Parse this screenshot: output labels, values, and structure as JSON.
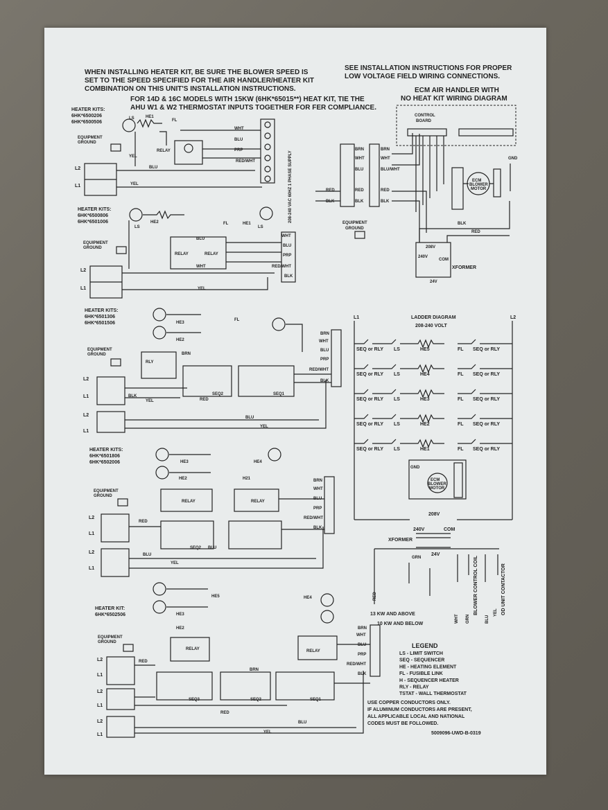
{
  "notes": {
    "blower_speed": [
      "WHEN INSTALLING HEATER KIT, BE SURE THE BLOWER SPEED IS",
      "SET TO THE SPEED SPECIFIED FOR THE AIR HANDLER/HEATER KIT",
      "COMBINATION ON THIS UNIT'S INSTALLATION INSTRUCTIONS."
    ],
    "low_voltage": [
      "SEE INSTALLATION INSTRUCTIONS FOR PROPER",
      "LOW VOLTAGE FIELD WIRING CONNECTIONS."
    ],
    "models_15kw": [
      "FOR 14D & 16C MODELS WITH 15KW (6HK*65015**) HEAT KIT, TIE  THE",
      "AHU W1 & W2 THERMOSTAT INPUTS TOGETHER FOR FER COMPLIANCE."
    ],
    "ecm_title": [
      "ECM AIR HANDLER WITH",
      "NO HEAT KIT WIRING DIAGRAM"
    ],
    "control_board": [
      "CONTROL",
      "BOARD"
    ],
    "copper": [
      "USE COPPER CONDUCTORS ONLY.",
      "IF ALUMINUM CONDUCTORS ARE PRESENT,",
      "ALL APPLICABLE LOCAL AND NATIONAL",
      "CODES MUST BE FOLLOWED."
    ],
    "part_number": "5009096-UWD-B-0319",
    "supply": "208-240 VAC 60HZ 1 PHASE SUPPLY"
  },
  "heater_kits": [
    {
      "title": "HEATER KITS:",
      "models": [
        "6HK*6500206",
        "6HK*6500506"
      ]
    },
    {
      "title": "HEATER KITS:",
      "models": [
        "6HK*6500806",
        "6HK*6501006"
      ]
    },
    {
      "title": "HEATER KITS:",
      "models": [
        "6HK*6501306",
        "6HK*6501506"
      ]
    },
    {
      "title": "HEATER KITS:",
      "models": [
        "6HK*6501806",
        "6HK*6502006"
      ]
    },
    {
      "title": "HEATER KIT:",
      "models": [
        "6HK*6502506"
      ]
    }
  ],
  "labels": {
    "equipment_ground": [
      "EQUIPMENT",
      "GROUND"
    ],
    "l1": "L1",
    "l2": "L2",
    "ls": "LS",
    "fl": "FL",
    "relay": "RELAY",
    "rly": "RLY",
    "he1": "HE1",
    "he2": "HE2",
    "he3": "HE3",
    "he4": "HE4",
    "he5": "HE5",
    "h21": "H21",
    "seq1": "SEQ1",
    "seq2": "SEQ2",
    "seq3": "SEQ3",
    "wht": "WHT",
    "blu": "BLU",
    "prp": "PRP",
    "brn": "BRN",
    "red": "RED",
    "blk": "BLK",
    "yel": "YEL",
    "red_wht": "RED/WHT",
    "blu_wht": "BLU/WHT",
    "grn": "GRN",
    "ecm_motor": [
      "ECM",
      "BLOWER",
      "MOTOR"
    ],
    "xformer": "XFORMER",
    "v208": "208V",
    "v240": "240V",
    "com": "COM",
    "v24": "24V",
    "gnd": "GND"
  },
  "ladder": {
    "title": "LADDER DIAGRAM",
    "voltage": "208-240 VOLT",
    "left_rail": "L1",
    "right_rail": "L2",
    "rungs": [
      {
        "left": "SEQ or RLY",
        "ls": "LS",
        "he": "HE5",
        "fl": "FL",
        "right": "SEQ or RLY"
      },
      {
        "left": "SEQ or RLY",
        "ls": "LS",
        "he": "HE4",
        "fl": "FL",
        "right": "SEQ or RLY"
      },
      {
        "left": "SEQ or RLY",
        "ls": "LS",
        "he": "HE3",
        "fl": "FL",
        "right": "SEQ or RLY"
      },
      {
        "left": "SEQ or RLY",
        "ls": "LS",
        "he": "HE2",
        "fl": "FL",
        "right": "SEQ or RLY"
      },
      {
        "left": "SEQ or RLY",
        "ls": "LS",
        "he": "HE1",
        "fl": "FL",
        "right": "SEQ or RLY"
      }
    ],
    "kw_13": "13 KW AND ABOVE",
    "kw_10": "10 KW AND BELOW",
    "vertical_labels": [
      "BLOWER CONTROL COIL",
      "OD UNIT CONTACTOR"
    ]
  },
  "legend": {
    "title": "LEGEND",
    "items": [
      "LS - LIMIT SWITCH",
      "SEQ - SEQUENCER",
      "HE - HEATING ELEMENT",
      "FL - FUSIBLE LINK",
      "H - SEQUENCER HEATER",
      "RLY - RELAY",
      "TSTAT - WALL THERMOSTAT"
    ]
  },
  "colors": {
    "sheet": "#e9ecec",
    "ink": "#222222",
    "housing": "#6d6961"
  }
}
